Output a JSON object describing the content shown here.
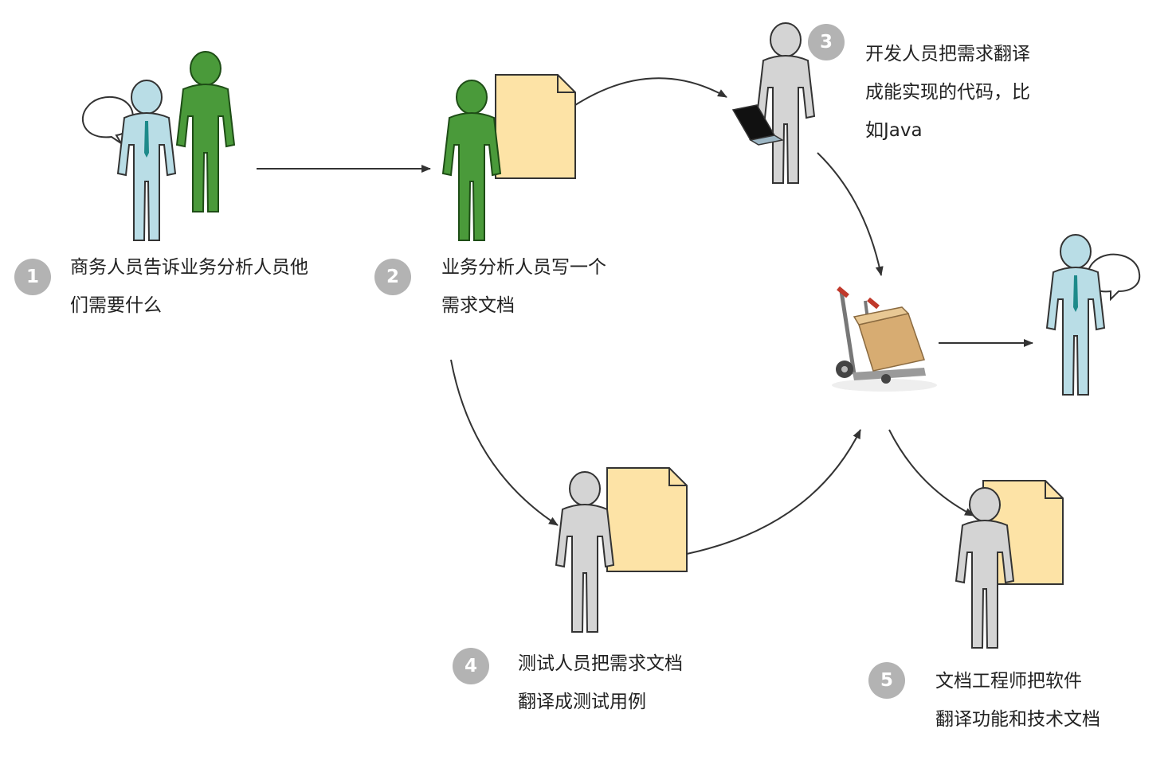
{
  "colors": {
    "badge": "#b3b3b3",
    "business_person": "#b9dde6",
    "analyst": "#4a9a3a",
    "neutral_person": "#d4d4d4",
    "document": "#fde3a6",
    "arrow": "#333333"
  },
  "steps": [
    {
      "number": "1",
      "lines": [
        "商务人员告诉业务分析人员他",
        "们需要什么"
      ]
    },
    {
      "number": "2",
      "lines": [
        "业务分析人员写一个",
        "需求文档"
      ]
    },
    {
      "number": "3",
      "lines": [
        "开发人员把需求翻译",
        "成能实现的代码，比",
        "如Java"
      ]
    },
    {
      "number": "4",
      "lines": [
        "测试人员把需求文档",
        "翻译成测试用例"
      ]
    },
    {
      "number": "5",
      "lines": [
        "文档工程师把软件",
        "翻译功能和技术文档"
      ]
    }
  ],
  "icons": [
    "business-person-icon",
    "analyst-person-icon",
    "document-icon",
    "developer-with-laptop-icon",
    "tester-person-icon",
    "tech-writer-person-icon",
    "hand-truck-box-icon",
    "speech-bubble-icon"
  ]
}
